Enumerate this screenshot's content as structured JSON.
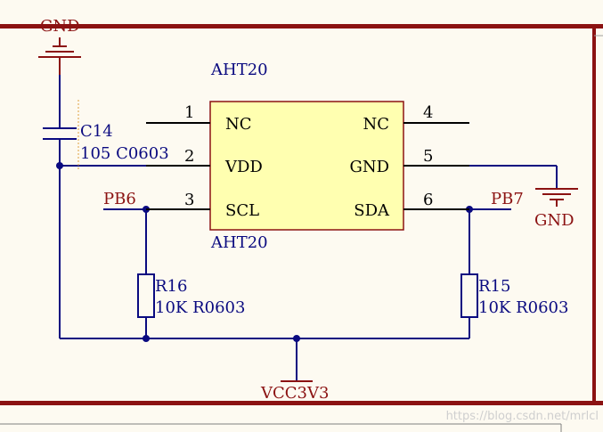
{
  "chip": {
    "designator": "AHT20",
    "value": "AHT20",
    "pins": [
      {
        "number": "1",
        "name": "NC"
      },
      {
        "number": "2",
        "name": "VDD"
      },
      {
        "number": "3",
        "name": "SCL"
      },
      {
        "number": "4",
        "name": "NC"
      },
      {
        "number": "5",
        "name": "GND"
      },
      {
        "number": "6",
        "name": "SDA"
      }
    ]
  },
  "capacitor": {
    "designator": "C14",
    "value": "105 C0603"
  },
  "resistors": [
    {
      "designator": "R16",
      "value": "10K R0603"
    },
    {
      "designator": "R15",
      "value": "10K R0603"
    }
  ],
  "nets": {
    "gnd_top": "GND",
    "gnd_right": "GND",
    "pb6": "PB6",
    "pb7": "PB7",
    "vcc": "VCC3V3"
  },
  "watermark": "https://blog.csdn.net/mrlcl",
  "colors": {
    "background": "#fdfaf1",
    "border": "#8b1212",
    "wire": "#0a0a80",
    "power_symbol": "#8b1212",
    "chip_fill": "#ffffb0",
    "chip_border": "#8b1212"
  }
}
